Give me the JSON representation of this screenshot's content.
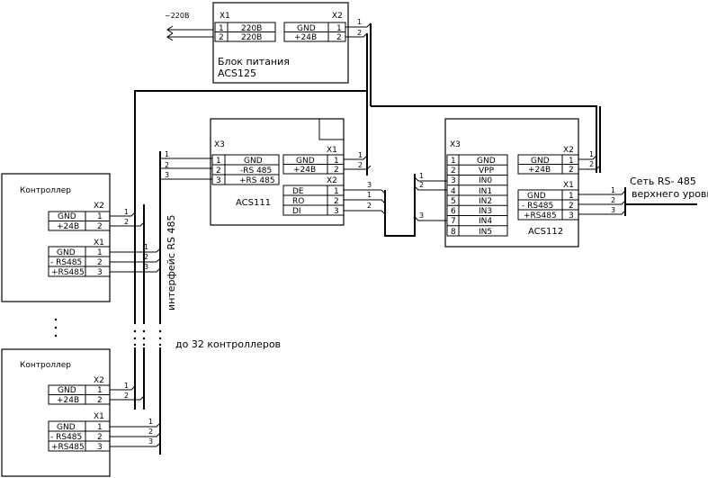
{
  "mains": {
    "label": "~220В"
  },
  "psu": {
    "x1_title": "X1",
    "x1_rows": [
      {
        "n": "1",
        "s": "220В"
      },
      {
        "n": "2",
        "s": "220В"
      }
    ],
    "x2_title": "X2",
    "x2_rows": [
      {
        "s": "GND",
        "n": "1"
      },
      {
        "s": "+24В",
        "n": "2"
      }
    ],
    "name_line1": "Блок питания",
    "name_line2": "ACS125",
    "out_wires": [
      "1",
      "2"
    ]
  },
  "acs111": {
    "x3_title": "X3",
    "x3_rows": [
      {
        "n": "1",
        "s": "GND"
      },
      {
        "n": "2",
        "s": "-RS 485"
      },
      {
        "n": "3",
        "s": "+RS 485"
      }
    ],
    "x1_title": "X1",
    "x1_rows": [
      {
        "s": "GND",
        "n": "1"
      },
      {
        "s": "+24В",
        "n": "2"
      }
    ],
    "x2_title": "X2",
    "x2_rows": [
      {
        "s": "DE",
        "n": "1"
      },
      {
        "s": "RO",
        "n": "2"
      },
      {
        "s": "DI",
        "n": "3"
      }
    ],
    "name": "ACS111",
    "in_wires": [
      "1",
      "2",
      "3"
    ],
    "pwr_wires": [
      "1",
      "2"
    ],
    "out_wires": [
      "3",
      "1",
      "2"
    ]
  },
  "acs112": {
    "x3_title": "X3",
    "x3_rows": [
      {
        "n": "1",
        "s": "GND"
      },
      {
        "n": "2",
        "s": "VPP"
      },
      {
        "n": "3",
        "s": "IN0"
      },
      {
        "n": "4",
        "s": "IN1"
      },
      {
        "n": "5",
        "s": "IN2"
      },
      {
        "n": "6",
        "s": "IN3"
      },
      {
        "n": "7",
        "s": "IN4"
      },
      {
        "n": "8",
        "s": "IN5"
      }
    ],
    "x2_title": "X2",
    "x2_rows": [
      {
        "s": "GND",
        "n": "1"
      },
      {
        "s": "+24В",
        "n": "2"
      }
    ],
    "x1_title": "X1",
    "x1_rows": [
      {
        "s": "GND",
        "n": "1"
      },
      {
        "s": "- RS485",
        "n": "2"
      },
      {
        "s": "+RS485",
        "n": "3"
      }
    ],
    "name": "ACS112",
    "in_wires": [
      "1",
      "2",
      "3"
    ],
    "pwr_wires": [
      "1",
      "2"
    ],
    "out_wires": [
      "1",
      "2",
      "3"
    ]
  },
  "network": {
    "line1": "Сеть RS- 485",
    "line2": "верхнего уровня"
  },
  "controllers": [
    {
      "title": "Контроллер",
      "x2_title": "X2",
      "x2_rows": [
        {
          "s": "GND",
          "n": "1"
        },
        {
          "s": "+24В",
          "n": "2"
        }
      ],
      "x1_title": "X1",
      "x1_rows": [
        {
          "s": "GND",
          "n": "1"
        },
        {
          "s": "- RS485",
          "n": "2"
        },
        {
          "s": "+RS485",
          "n": "3"
        }
      ],
      "pwr_wires": [
        "1",
        "2"
      ],
      "bus_wires": [
        "1",
        "2",
        "3"
      ]
    },
    {
      "title": "Контроллер",
      "x2_title": "X2",
      "x2_rows": [
        {
          "s": "GND",
          "n": "1"
        },
        {
          "s": "+24В",
          "n": "2"
        }
      ],
      "x1_title": "X1",
      "x1_rows": [
        {
          "s": "GND",
          "n": "1"
        },
        {
          "s": "- RS485",
          "n": "2"
        },
        {
          "s": "+RS485",
          "n": "3"
        }
      ],
      "pwr_wires": [
        "1",
        "2"
      ],
      "bus_wires": [
        "1",
        "2",
        "3"
      ]
    }
  ],
  "rs485_bus_label": "интерфейс RS 485",
  "up_to_label": "до 32 контроллеров"
}
